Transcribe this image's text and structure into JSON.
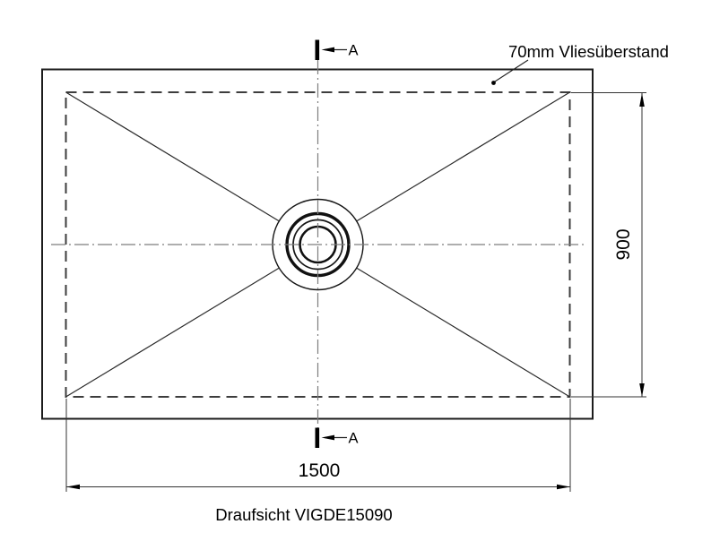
{
  "drawing": {
    "title": "Draufsicht VIGDE15090",
    "callout_label": "70mm Vliesüberstand",
    "section_marker": {
      "label": "A"
    },
    "dimensions": {
      "width": "1500",
      "height": "900"
    },
    "colors": {
      "line": "#1c1c1c",
      "dashed_line": "#3d3d3d",
      "centerline": "#7d7d7d",
      "dimension_line": "#333333",
      "text": "#000000",
      "background": "#ffffff"
    }
  }
}
